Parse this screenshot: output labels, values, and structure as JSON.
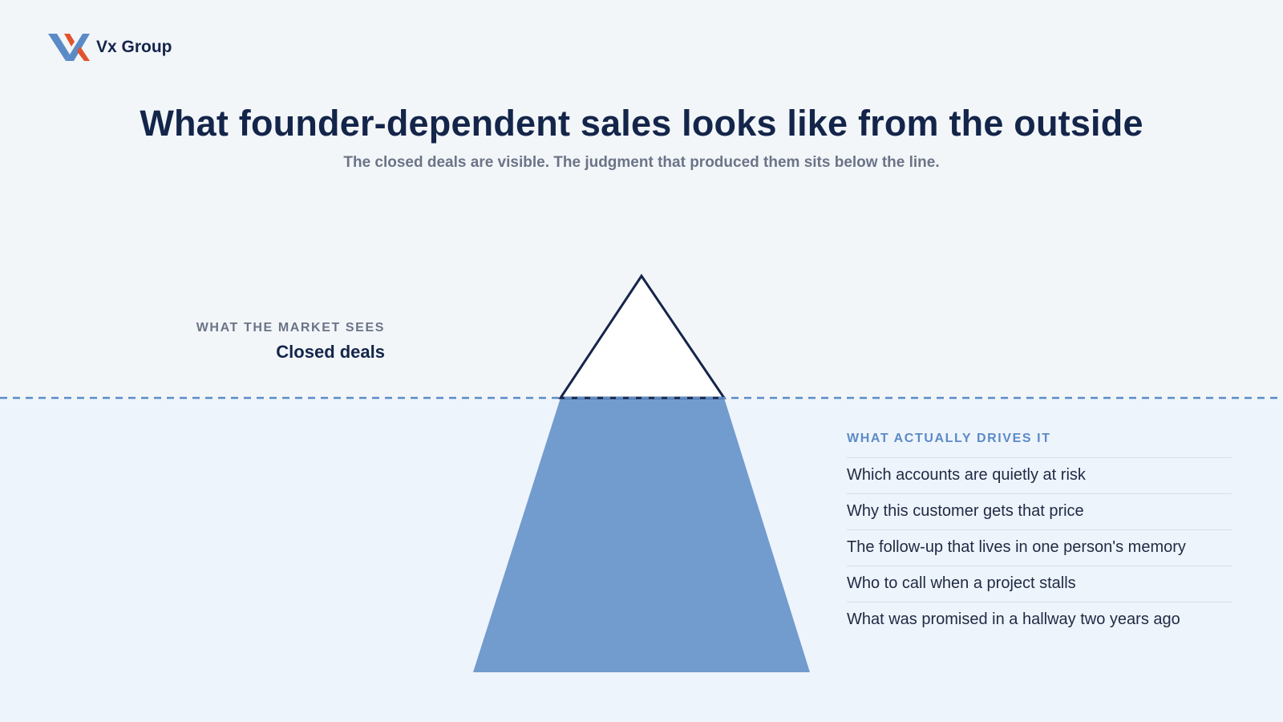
{
  "brand": {
    "name": "Vx Group"
  },
  "header": {
    "title": "What founder-dependent sales looks like from the outside",
    "subtitle": "The closed deals are visible. The judgment that produced them sits below the line."
  },
  "above_line": {
    "caption": "WHAT THE MARKET SEES",
    "value": "Closed deals"
  },
  "below_line": {
    "caption": "WHAT ACTUALLY DRIVES IT",
    "items": [
      "Which accounts are quietly at risk",
      "Why this customer gets that price",
      "The follow-up that lives in one person's memory",
      "Who to call when a project stalls",
      "What was promised in a hallway two years ago"
    ]
  },
  "colors": {
    "navy": "#14254a",
    "accent_blue": "#5b8bc7",
    "iceberg_below": "#729bce",
    "logo_orange": "#e0542e",
    "muted_text": "#6b7487"
  }
}
